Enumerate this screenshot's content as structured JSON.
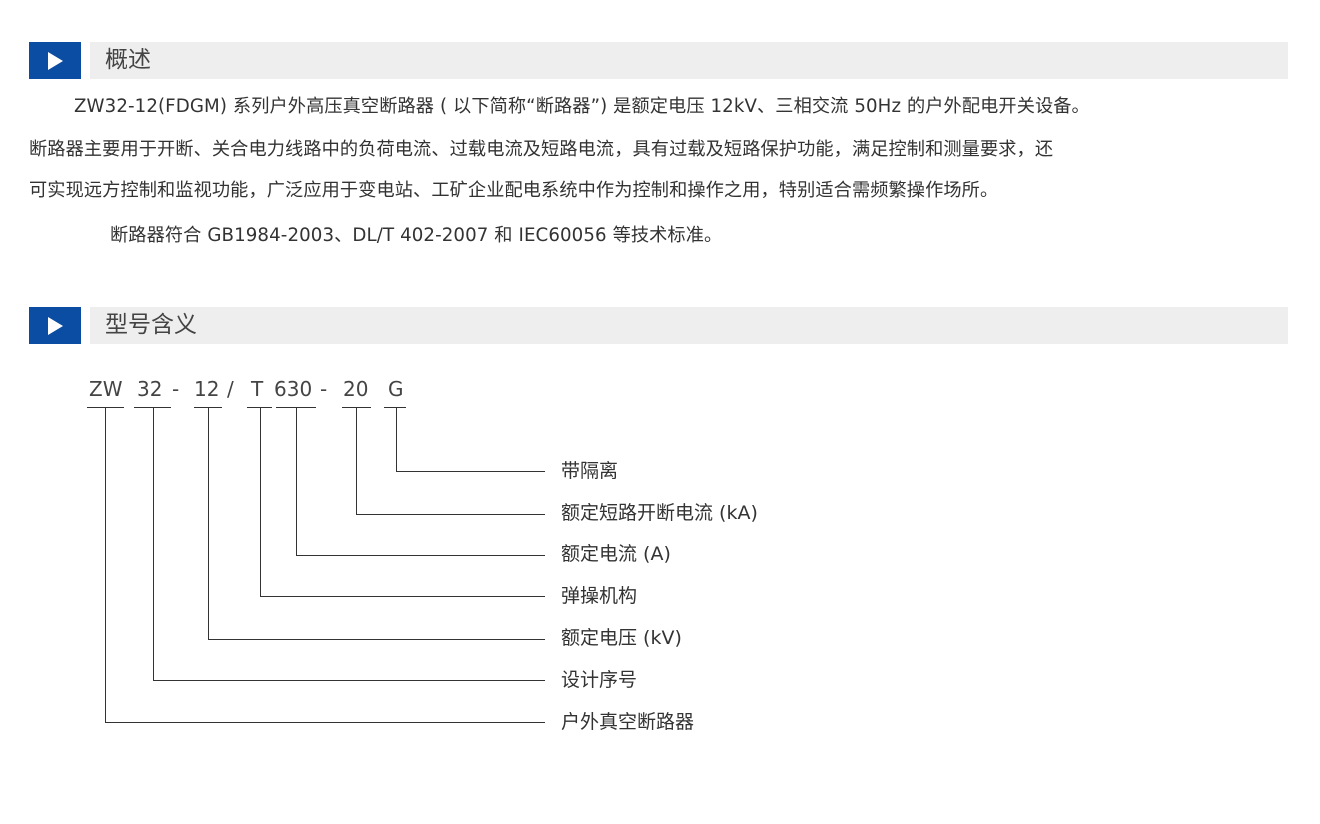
{
  "sections": [
    {
      "title": "概述",
      "icon": "play-triangle-icon"
    },
    {
      "title": "型号含义",
      "icon": "play-triangle-icon"
    }
  ],
  "overview": {
    "paragraph1_line1": "ZW32-12(FDGM) 系列户外高压真空断路器 ( 以下简称“断路器”) 是额定电压 12kV、三相交流 50Hz 的户外配电开关设备。",
    "paragraph1_line2": "断路器主要用于开断、关合电力线路中的负荷电流、过载电流及短路电流，具有过载及短路保护功能，满足控制和测量要求，还",
    "paragraph1_line3": "可实现远方控制和监视功能，广泛应用于变电站、工矿企业配电系统中作为控制和操作之用，特别适合需频繁操作场所。",
    "paragraph2": "断路器符合 GB1984-2003、DL/T 402-2007 和 IEC60056 等技术标准。"
  },
  "model": {
    "segments": [
      "ZW",
      "32",
      "-",
      "12",
      "/",
      "T",
      "630",
      "-",
      "20",
      "G"
    ],
    "meanings": [
      "带隔离",
      "额定短路开断电流 (kA)",
      "额定电流 (A)",
      "弹操机构",
      "额定电压 (kV)",
      "设计序号",
      "户外真空断路器"
    ]
  },
  "colors": {
    "accent": "#0a4da2",
    "bar": "#eeeeee",
    "text": "#333333"
  }
}
